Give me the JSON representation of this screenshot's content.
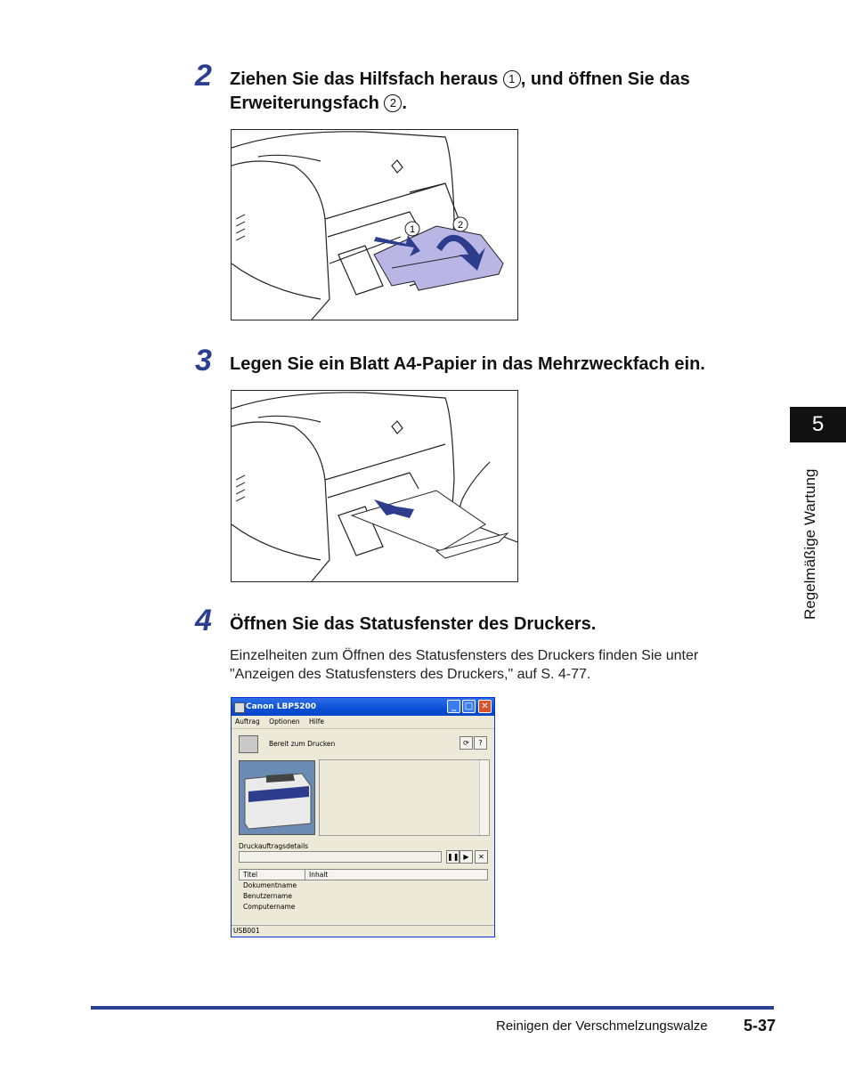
{
  "steps": [
    {
      "number": "2",
      "title_a": "Ziehen Sie das Hilfsfach heraus ",
      "circ1": "1",
      "title_b": ", und öffnen Sie das",
      "title_line2": "Erweiterungsfach ",
      "circ2": "2",
      "title_end": "."
    },
    {
      "number": "3",
      "title": "Legen Sie ein Blatt A4-Papier in das Mehrzweckfach ein."
    },
    {
      "number": "4",
      "title": "Öffnen Sie das Statusfenster des Druckers.",
      "body_line1": "Einzelheiten zum Öffnen des Statusfensters des Druckers finden Sie unter",
      "body_line2": "\"Anzeigen des Statusfensters des Druckers,\" auf S. 4-77."
    }
  ],
  "figure1": {
    "callout1": "1",
    "callout2": "2"
  },
  "dialog": {
    "title": "Canon LBP5200",
    "menu": [
      "Auftrag",
      "Optionen",
      "Hilfe"
    ],
    "status": "Bereit zum Drucken",
    "job_details_label": "Druckauftragsdetails",
    "columns": [
      "Titel",
      "Inhalt"
    ],
    "rows": [
      "Dokumentname",
      "Benutzername",
      "Computername"
    ],
    "statusbar": "USB001"
  },
  "side_tab": {
    "number": "5",
    "label": "Regelmäßige Wartung"
  },
  "footer": {
    "section": "Reinigen der Verschmelzungswalze",
    "page": "5-37"
  },
  "colors": {
    "accent": "#2b3f91",
    "tray": "#b9b6e6",
    "arrow": "#2d3c8c"
  }
}
